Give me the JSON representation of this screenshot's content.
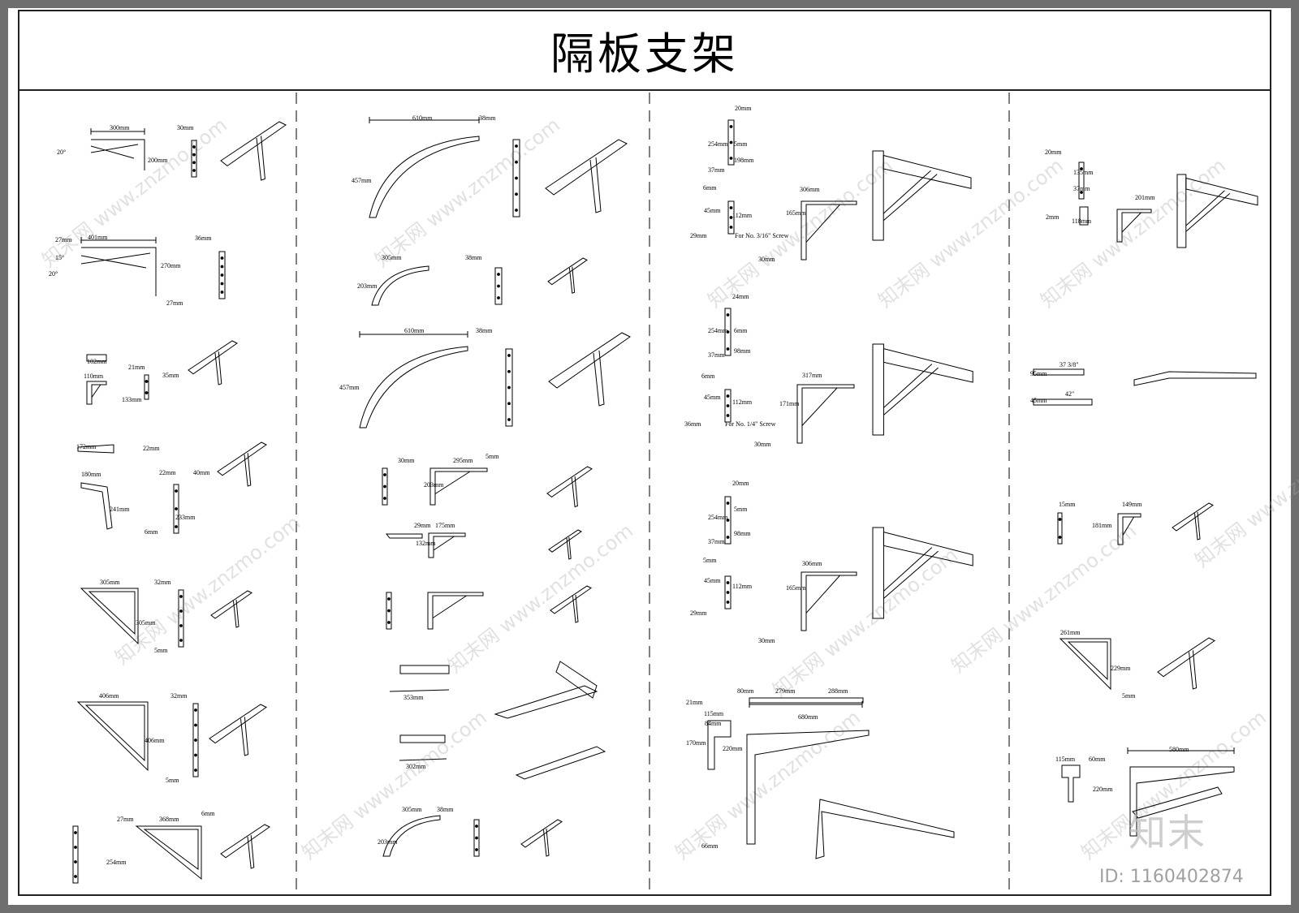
{
  "title": "隔板支架",
  "watermark": {
    "site": "www.znzmo.com",
    "brand": "知末网",
    "logo": "知末",
    "id_label": "ID: 1160402874"
  },
  "column_dividers": 3,
  "dimensions": {
    "col1": [
      "300mm",
      "30mm",
      "20°",
      "200mm",
      "401mm",
      "36mm",
      "27mm",
      "15°",
      "20°",
      "270mm",
      "27mm",
      "102mm",
      "21mm",
      "35mm",
      "110mm",
      "133mm",
      "172mm",
      "22mm",
      "180mm",
      "22mm",
      "40mm",
      "241mm",
      "233mm",
      "6mm",
      "305mm",
      "32mm",
      "305mm",
      "5mm",
      "406mm",
      "32mm",
      "406mm",
      "5mm",
      "27mm",
      "368mm",
      "254mm",
      "6mm"
    ],
    "col2": [
      "610mm",
      "38mm",
      "457mm",
      "305mm",
      "38mm",
      "203mm",
      "610mm",
      "38mm",
      "457mm",
      "30mm",
      "295mm",
      "5mm",
      "203mm",
      "29mm",
      "175mm",
      "132mm",
      "353mm",
      "302mm",
      "305mm",
      "38mm",
      "203mm"
    ],
    "col3": [
      "20mm",
      "254mm",
      "5mm",
      "37mm",
      "198mm",
      "6mm",
      "45mm",
      "112mm",
      "29mm",
      "For No. 3/16\" Screw",
      "306mm",
      "165mm",
      "30mm",
      "24mm",
      "254mm",
      "6mm",
      "37mm",
      "98mm",
      "6mm",
      "45mm",
      "112mm",
      "36mm",
      "For No. 1/4\" Screw",
      "317mm",
      "171mm",
      "30mm",
      "20mm",
      "254mm",
      "5mm",
      "37mm",
      "98mm",
      "5mm",
      "45mm",
      "112mm",
      "29mm",
      "306mm",
      "165mm",
      "30mm",
      "80mm",
      "279mm",
      "288mm",
      "115mm",
      "84mm",
      "21mm",
      "170mm",
      "680mm",
      "220mm",
      "66mm"
    ],
    "col4": [
      "20mm",
      "135mm",
      "37mm",
      "201mm",
      "2mm",
      "118mm",
      "37 3/8\"",
      "95mm",
      "42\"",
      "45mm",
      "15mm",
      "149mm",
      "181mm",
      "261mm",
      "229mm",
      "5mm",
      "115mm",
      "60mm",
      "580mm",
      "220mm"
    ]
  }
}
